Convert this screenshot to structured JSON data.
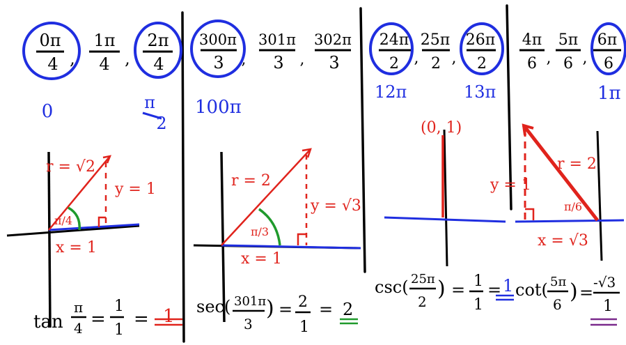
{
  "colors": {
    "ink": "#000000",
    "blue": "#1f2ee0",
    "red": "#e0231c",
    "green": "#1f9a2c",
    "purple": "#7a2a8c"
  },
  "panels": [
    {
      "top": [
        "0π/4",
        "1π/4",
        "2π/4"
      ],
      "under": [
        "0",
        "π/2"
      ],
      "labels": [
        "r = √2",
        "y = 1",
        "π/4",
        "x = 1"
      ],
      "equation": "tan π/4 = 1/1 = 1"
    },
    {
      "top": [
        "300π/3",
        "301π/3",
        "302π/3"
      ],
      "under": [
        "100π"
      ],
      "labels": [
        "r = 2",
        "y = √3",
        "π/3",
        "x = 1"
      ],
      "equation": "sec(301π/3) = 2/1 = 2"
    },
    {
      "top": [
        "24π/2",
        "25π/2",
        "26π/2"
      ],
      "under": [
        "12π",
        "13π"
      ],
      "labels": [
        "(0, 1)"
      ],
      "equation": "csc(25π/2) = 1/1 = 1"
    },
    {
      "top": [
        "4π/6",
        "5π/6",
        "6π/6"
      ],
      "under": [
        "1π"
      ],
      "labels": [
        "y = 1",
        "r = 2",
        "π/6",
        "x = √3"
      ],
      "equation": "cot(5π/6) = -√3/1"
    }
  ]
}
